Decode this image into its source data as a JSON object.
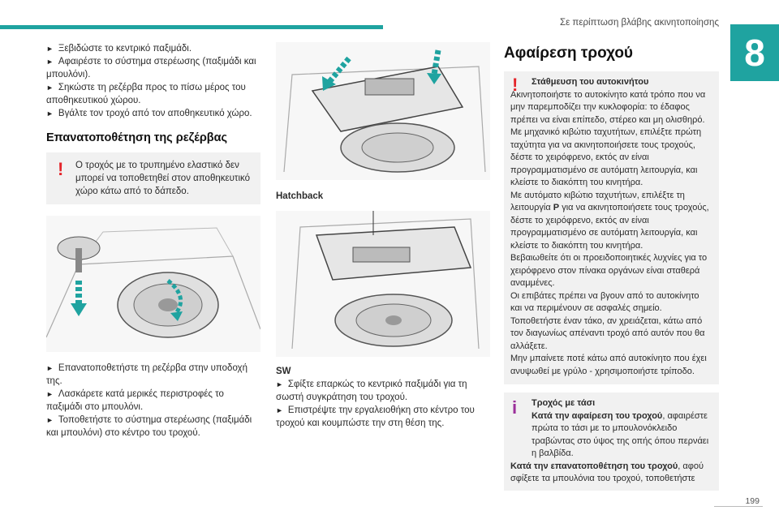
{
  "header": {
    "title": "Σε περίπτωση βλάβης ακινητοποίησης",
    "chapter": "8"
  },
  "page_number": "199",
  "col1": {
    "bullets_top": [
      "Ξεβιδώστε το κεντρικό παξιμάδι.",
      "Αφαιρέστε το σύστημα στερέωσης (παξιμάδι και μπουλόνι).",
      "Σηκώστε τη ρεζέρβα προς το πίσω μέρος του αποθηκευτικού χώρου.",
      "Βγάλτε τον τροχό από τον αποθηκευτικό χώρο."
    ],
    "heading": "Επανατοποθέτηση της ρεζέρβας",
    "note": "Ο τροχός με το τρυπημένο ελαστικό δεν μπορεί να τοποθετηθεί στον αποθηκευτικό χώρο κάτω από το δάπεδο.",
    "bullets_bottom": [
      "Επανατοποθετήστε τη ρεζέρβα στην υποδοχή της.",
      "Λασκάρετε κατά μερικές περιστροφές το παξιμάδι στο μπουλόνι.",
      "Τοποθετήστε το σύστημα στερέωσης (παξιμάδι και μπουλόνι) στο κέντρο του τροχού."
    ]
  },
  "col2": {
    "caption_hatchback": "Hatchback",
    "caption_sw": "SW",
    "bullets": [
      "Σφίξτε επαρκώς το κεντρικό παξιμάδι για τη σωστή συγκράτηση του τροχού.",
      "Επιστρέψτε την εργαλειοθήκη στο κέντρο του τροχού και κουμπώστε την στη θέση της."
    ]
  },
  "col3": {
    "heading": "Αφαίρεση τροχού",
    "warn_title": "Στάθμευση του αυτοκινήτου",
    "warn_lines": [
      "Ακινητοποιήστε το αυτοκίνητο κατά τρόπο που να μην παρεμποδίζει την κυκλοφορία: το έδαφος πρέπει να είναι επίπεδο, στέρεο και μη ολισθηρό.",
      "Με μηχανικό κιβώτιο ταχυτήτων, επιλέξτε πρώτη ταχύτητα για να ακινητοποιήσετε τους τροχούς, δέστε το χειρόφρενο, εκτός αν είναι προγραμματισμένο σε αυτόματη λειτουργία, και κλείστε το διακόπτη του κινητήρα.",
      "Με αυτόματο κιβώτιο ταχυτήτων, επιλέξτε τη λειτουργία",
      "P",
      "για να ακινητοποιήσετε τους τροχούς, δέστε το χειρόφρενο, εκτός αν είναι προγραμματισμένο σε αυτόματη λειτουργία, και κλείστε το διακόπτη του κινητήρα.",
      "Βεβαιωθείτε ότι οι προειδοποιητικές λυχνίες για το χειρόφρενο στον πίνακα οργάνων είναι σταθερά αναμμένες.",
      "Οι επιβάτες πρέπει να βγουν από το αυτοκίνητο και να περιμένουν σε ασφαλές σημείο.",
      "Τοποθετήστε έναν τάκο, αν χρειάζεται, κάτω από τον διαγωνίως απέναντι τροχό από αυτόν που θα αλλάξετε.",
      "Μην μπαίνετε ποτέ κάτω από αυτοκίνητο που έχει ανυψωθεί με γρύλο - χρησιμοποιήστε τρίποδο."
    ],
    "info_title_1": "Τροχός με τάσι",
    "info_title_2": "Κατά την αφαίρεση του τροχού",
    "info_text_2": ", αφαιρέστε πρώτα το τάσι με το μπουλονόκλειδο τραβώντας στο ύψος της οπής όπου περνάει η βαλβίδα.",
    "info_title_3": "Κατά την επανατοποθέτηση του τροχού",
    "info_text_3": ", αφού σφίξετε τα μπουλόνια του τροχού, τοποθετήστε"
  },
  "colors": {
    "accent": "#1fa3a0",
    "warning": "#e4242a",
    "info": "#9b2f9a"
  }
}
